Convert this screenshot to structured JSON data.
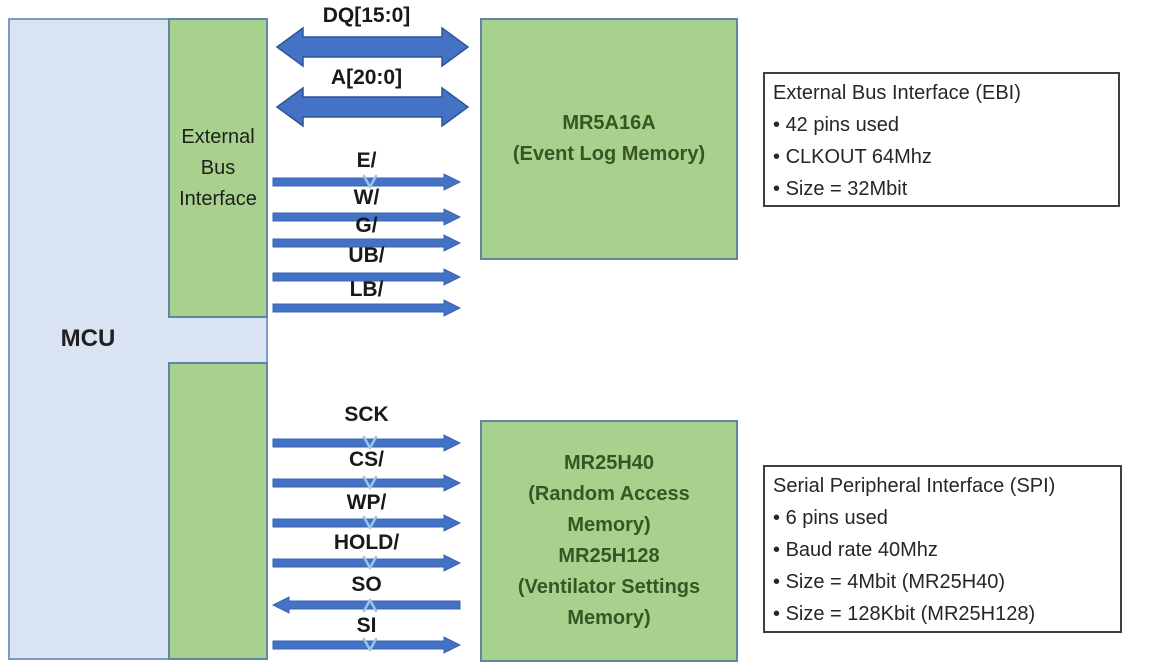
{
  "colors": {
    "mcu_fill": "#dae3f1",
    "module_fill": "#a9d18e",
    "arrow_blue": "#4472c4",
    "chevron_light_blue": "#9dc3e6",
    "memory_text_green": "#375623"
  },
  "mcu": {
    "label": "MCU"
  },
  "modules": {
    "ebi": {
      "label": "External Bus Interface"
    },
    "spi": {
      "label": ""
    }
  },
  "memories": {
    "event_log": {
      "lines": [
        "MR5A16A",
        "(Event Log Memory)"
      ]
    },
    "settings": {
      "lines": [
        "MR25H40",
        "(Random Access",
        "Memory)",
        "MR25H128",
        "(Ventilator Settings",
        "Memory)"
      ]
    }
  },
  "signals": {
    "ebi_bus": [
      {
        "label": "DQ[15:0]",
        "direction": "bidirectional"
      },
      {
        "label": "A[20:0]",
        "direction": "bidirectional"
      }
    ],
    "ebi_control": [
      {
        "label": "E/",
        "direction": "right"
      },
      {
        "label": "W/",
        "direction": "right"
      },
      {
        "label": "G/",
        "direction": "right"
      },
      {
        "label": "UB/",
        "direction": "right"
      },
      {
        "label": "LB/",
        "direction": "right"
      }
    ],
    "spi": [
      {
        "label": "SCK",
        "direction": "right"
      },
      {
        "label": "CS/",
        "direction": "right"
      },
      {
        "label": "WP/",
        "direction": "right"
      },
      {
        "label": "HOLD/",
        "direction": "right"
      },
      {
        "label": "SO",
        "direction": "left"
      },
      {
        "label": "SI",
        "direction": "right"
      }
    ]
  },
  "info_boxes": {
    "ebi": {
      "title": "External Bus Interface (EBI)",
      "bullets": [
        "42 pins used",
        "CLKOUT 64Mhz",
        "Size = 32Mbit"
      ]
    },
    "spi": {
      "title": "Serial Peripheral Interface (SPI)",
      "bullets": [
        "6 pins used",
        "Baud rate 40Mhz",
        "Size = 4Mbit (MR25H40)",
        "Size = 128Kbit (MR25H128)"
      ]
    }
  }
}
